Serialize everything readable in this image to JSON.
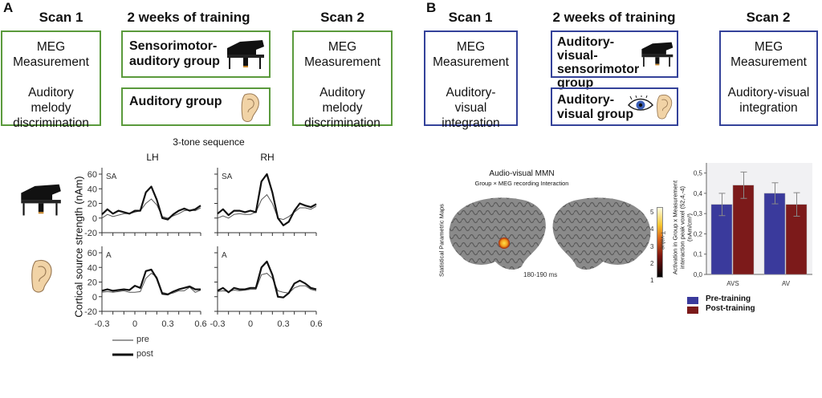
{
  "panel_a": {
    "label": "A",
    "headers": [
      "Scan 1",
      "2 weeks of training",
      "Scan 2"
    ],
    "scan1": {
      "title": "MEG Measurement",
      "task": "Auditory melody discrimination"
    },
    "group1": "Sensorimotor-auditory group",
    "group2": "Auditory group",
    "scan2": {
      "title": "MEG Measurement",
      "task": "Auditory melody discrimination"
    },
    "border_color": "#5a9a3c"
  },
  "panel_b": {
    "label": "B",
    "headers": [
      "Scan 1",
      "2 weeks of training",
      "Scan 2"
    ],
    "scan1": {
      "title": "MEG Measurement",
      "task": "Auditory-visual integration"
    },
    "group1": "Auditory-visual-sensorimotor group",
    "group2": "Auditory-visual group",
    "scan2": {
      "title": "MEG Measurement",
      "task": "Auditory-visual integration"
    },
    "border_color": "#34429a",
    "brain": {
      "title": "Audio-visual MMN",
      "subtitle": "Group × MEG recording Interaction",
      "side_label": "Statistical Parametric Maps",
      "time_label": "180-190 ms",
      "colorbar_label": "T-value",
      "colorbar_ticks": [
        "5",
        "4",
        "3",
        "2",
        "1"
      ]
    }
  },
  "chart_data": [
    {
      "type": "line",
      "title": "3-tone sequence",
      "ylabel": "Cortical source strength (nAm)",
      "xlim": [
        -0.3,
        0.6
      ],
      "ylim": [
        -20,
        60
      ],
      "xticks": [
        "-0.3",
        "0",
        "0.3",
        "0.6"
      ],
      "yticks": [
        "60",
        "40",
        "20",
        "0",
        "-20"
      ],
      "columns": [
        "LH",
        "RH"
      ],
      "legend": [
        "pre",
        "post"
      ],
      "x": [
        -0.3,
        -0.25,
        -0.2,
        -0.15,
        -0.1,
        -0.05,
        0,
        0.05,
        0.1,
        0.15,
        0.2,
        0.25,
        0.3,
        0.35,
        0.4,
        0.45,
        0.5,
        0.55,
        0.6
      ],
      "panels": [
        {
          "row": "SA",
          "hemisphere": "LH",
          "pre": [
            0,
            5,
            2,
            4,
            6,
            6,
            8,
            10,
            20,
            26,
            18,
            2,
            0,
            3,
            6,
            10,
            11,
            10,
            14
          ],
          "post": [
            5,
            12,
            6,
            10,
            8,
            6,
            10,
            10,
            35,
            43,
            25,
            0,
            -2,
            5,
            10,
            13,
            10,
            12,
            17
          ]
        },
        {
          "row": "SA",
          "hemisphere": "RH",
          "pre": [
            0,
            3,
            0,
            5,
            6,
            5,
            5,
            8,
            25,
            32,
            20,
            0,
            -2,
            2,
            8,
            14,
            14,
            12,
            16
          ],
          "post": [
            6,
            12,
            4,
            10,
            10,
            8,
            10,
            8,
            50,
            60,
            35,
            0,
            -10,
            -5,
            10,
            20,
            17,
            15,
            19
          ]
        },
        {
          "row": "A",
          "hemisphere": "LH",
          "pre": [
            6,
            7,
            6,
            7,
            8,
            6,
            6,
            7,
            25,
            32,
            27,
            6,
            4,
            5,
            8,
            8,
            13,
            6,
            9
          ],
          "post": [
            8,
            10,
            8,
            9,
            10,
            9,
            15,
            12,
            35,
            37,
            25,
            4,
            3,
            7,
            10,
            12,
            14,
            10,
            10
          ]
        },
        {
          "row": "A",
          "hemisphere": "RH",
          "pre": [
            7,
            8,
            7,
            9,
            8,
            9,
            10,
            10,
            30,
            32,
            25,
            8,
            6,
            5,
            12,
            15,
            15,
            10,
            8
          ],
          "post": [
            8,
            12,
            6,
            12,
            10,
            10,
            12,
            12,
            40,
            48,
            30,
            0,
            -1,
            5,
            18,
            22,
            18,
            12,
            10
          ]
        }
      ]
    },
    {
      "type": "bar",
      "ylabel": "Activation in Group x Measurement interaction peak voxel (52,4,-4) (nAm/cm³)",
      "categories": [
        "AVS",
        "AV"
      ],
      "ylim": [
        0,
        0.55
      ],
      "yticks": [
        "0,5",
        "0,4",
        "0,3",
        "0,2",
        "0,1",
        "0,0"
      ],
      "series": [
        {
          "name": "Pre-training",
          "color": "#3a3a9c",
          "values": [
            0.345,
            0.4
          ],
          "errors": [
            0.055,
            0.052
          ]
        },
        {
          "name": "Post-training",
          "color": "#7c1a1a",
          "values": [
            0.44,
            0.345
          ],
          "errors": [
            0.065,
            0.058
          ]
        }
      ],
      "legend": "bottom-left"
    }
  ]
}
